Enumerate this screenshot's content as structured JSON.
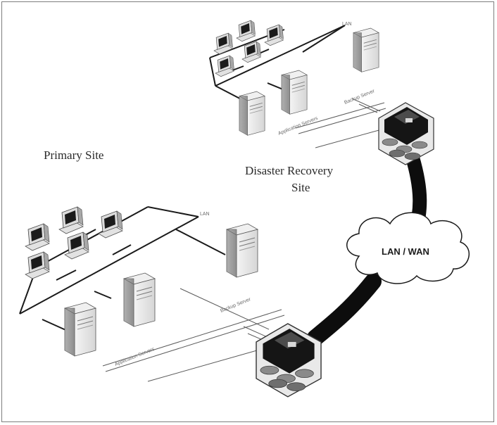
{
  "labels": {
    "primary_site": "Primary Site",
    "dr_site_line1": "Disaster Recovery",
    "dr_site_line2": "Site",
    "network": "LAN / WAN",
    "lan_tag_primary": "LAN",
    "lan_tag_dr": "LAN",
    "server_app_primary": "Application Servers",
    "server_db_primary": "Backup Server",
    "server_app_dr": "Application Servers",
    "server_db_dr": "Backup Server"
  },
  "colors": {
    "line": "#1a1a1a",
    "cloud_fill": "#ffffff",
    "cable": "#0d0d0d",
    "server_front": "#ececec",
    "server_side": "#bdbdbd",
    "storage_dark": "#1b1b1b"
  }
}
